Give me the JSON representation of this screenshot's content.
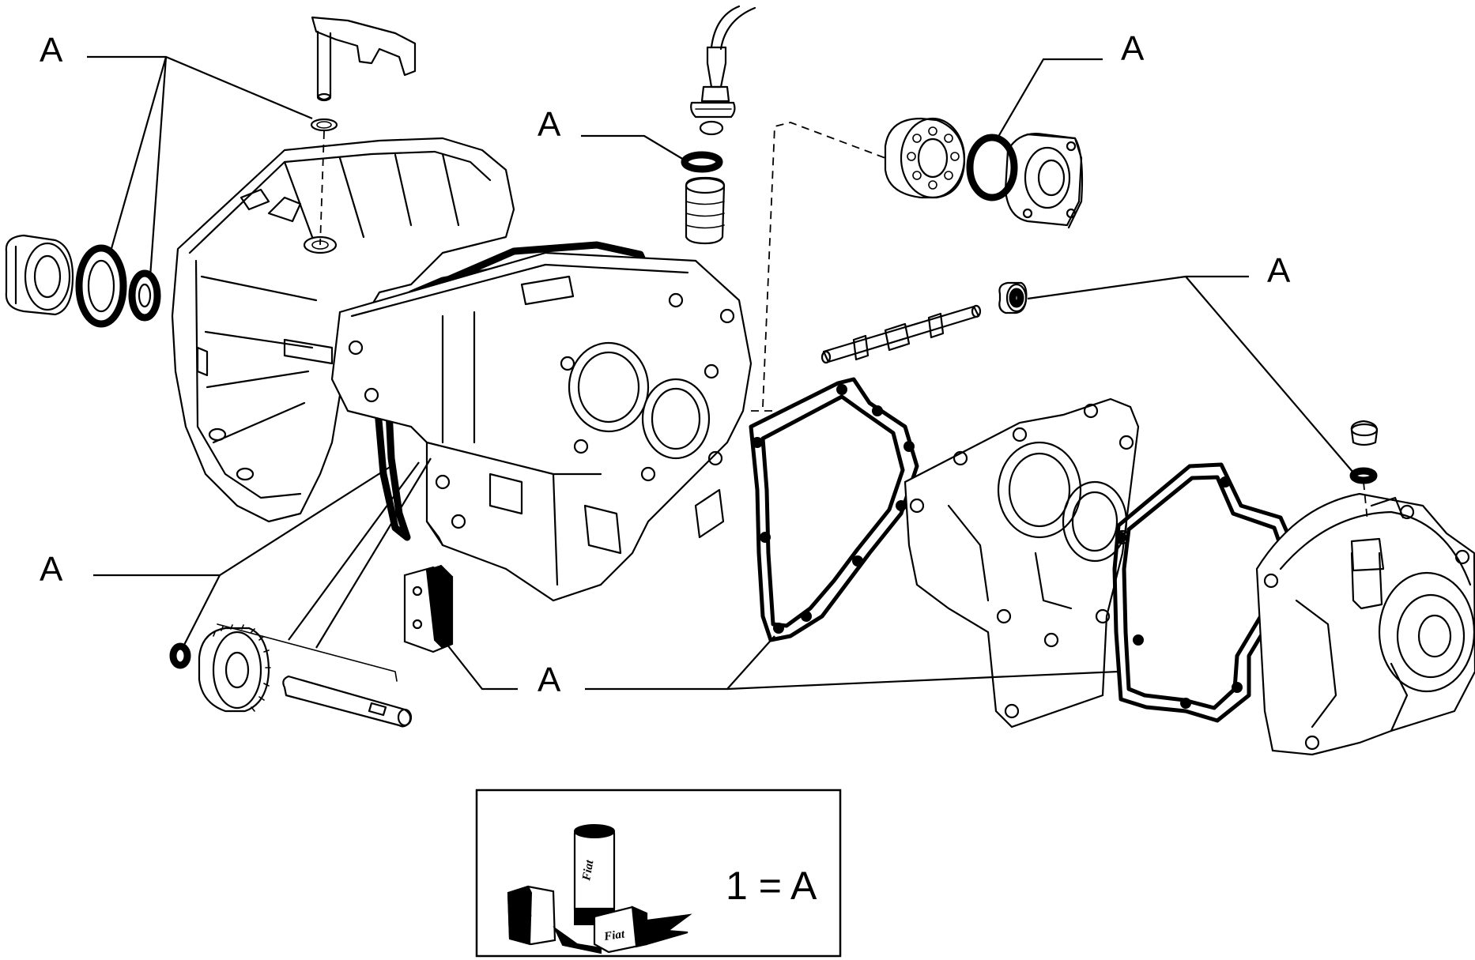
{
  "callouts": {
    "top_left": "A",
    "top_center": "A",
    "top_right": "A",
    "right": "A",
    "left": "A",
    "bottom": "A"
  },
  "legend": {
    "equation": "1 = A",
    "product_brand": "Fiat"
  }
}
